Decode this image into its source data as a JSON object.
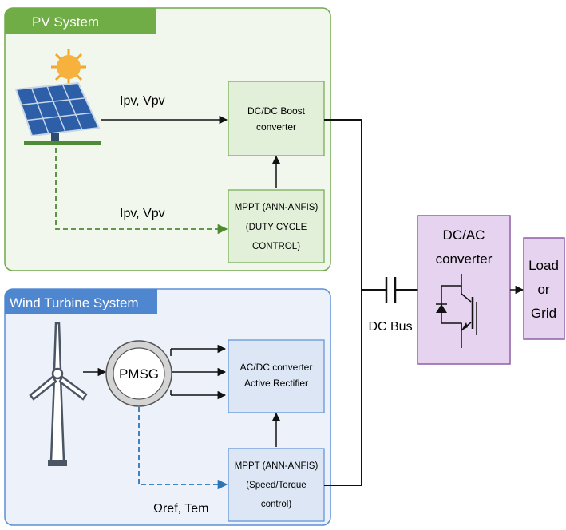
{
  "pv_system": {
    "title": "PV System",
    "signal_top": "Ipv, Vpv",
    "signal_bottom": "Ipv, Vpv",
    "boost_converter": [
      "DC/DC Boost",
      "converter"
    ],
    "mppt": [
      "MPPT (ANN-ANFIS)",
      "(DUTY CYCLE",
      "CONTROL)"
    ]
  },
  "wind_system": {
    "title": "Wind Turbine System",
    "generator": "PMSG",
    "rectifier": [
      "AC/DC converter",
      "Active Rectifier"
    ],
    "mppt": [
      "MPPT (ANN-ANFIS)",
      "(Speed/Torque",
      "control)"
    ],
    "signal": "Ωref, Tem"
  },
  "dc_bus_label": "DC Bus",
  "inverter": [
    "DC/AC",
    "converter"
  ],
  "load": [
    "Load",
    "or",
    "Grid"
  ],
  "colors": {
    "pv_panel_fill": "#f1f7ec",
    "pv_panel_border": "#71a94c",
    "pv_header": "#70ad47",
    "pv_box_fill": "#e2efd9",
    "wind_panel_fill": "#edf2fa",
    "wind_panel_border": "#5b8fd6",
    "wind_header": "#4f86d0",
    "wind_box_fill": "#dce6f4",
    "inverter_fill": "#e5d3ef",
    "inverter_border": "#8d5fa5",
    "dashed_green": "#4e8a30",
    "dashed_blue": "#2e75b6"
  },
  "icons": [
    "solar-panel-icon",
    "sun-icon",
    "wind-turbine-icon",
    "capacitor-icon",
    "igbt-switch-icon"
  ]
}
